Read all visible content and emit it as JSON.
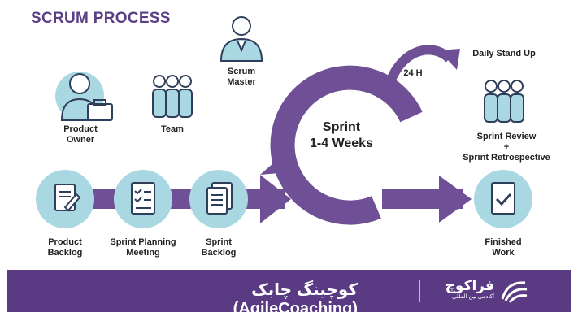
{
  "title": "SCRUM PROCESS",
  "roles": {
    "product_owner": [
      "Product",
      "Owner"
    ],
    "team": "Team",
    "scrum_master": [
      "Scrum",
      "Master"
    ]
  },
  "sprint": {
    "line1": "Sprint",
    "line2": "1-4 Weeks",
    "cycle": "24 H",
    "daily": "Daily Stand Up"
  },
  "review": {
    "line1": "Sprint Review",
    "plus": "+",
    "line2": "Sprint Retrospective"
  },
  "steps": {
    "product_backlog": [
      "Product",
      "Backlog"
    ],
    "sprint_planning": [
      "Sprint Planning",
      "Meeting"
    ],
    "sprint_backlog": [
      "Sprint",
      "Backlog"
    ],
    "finished_work": [
      "Finished",
      "Work"
    ]
  },
  "footer": {
    "text": "کوچینگ چابک (AgileCoaching)",
    "brand_name": "فراکوچ",
    "brand_tagline": "آکادمی بین المللی"
  },
  "colors": {
    "purple": "#6f4f95",
    "circle": "#a9d8e3",
    "icon_stroke": "#2f3e5a",
    "footer": "#5a3a82"
  }
}
